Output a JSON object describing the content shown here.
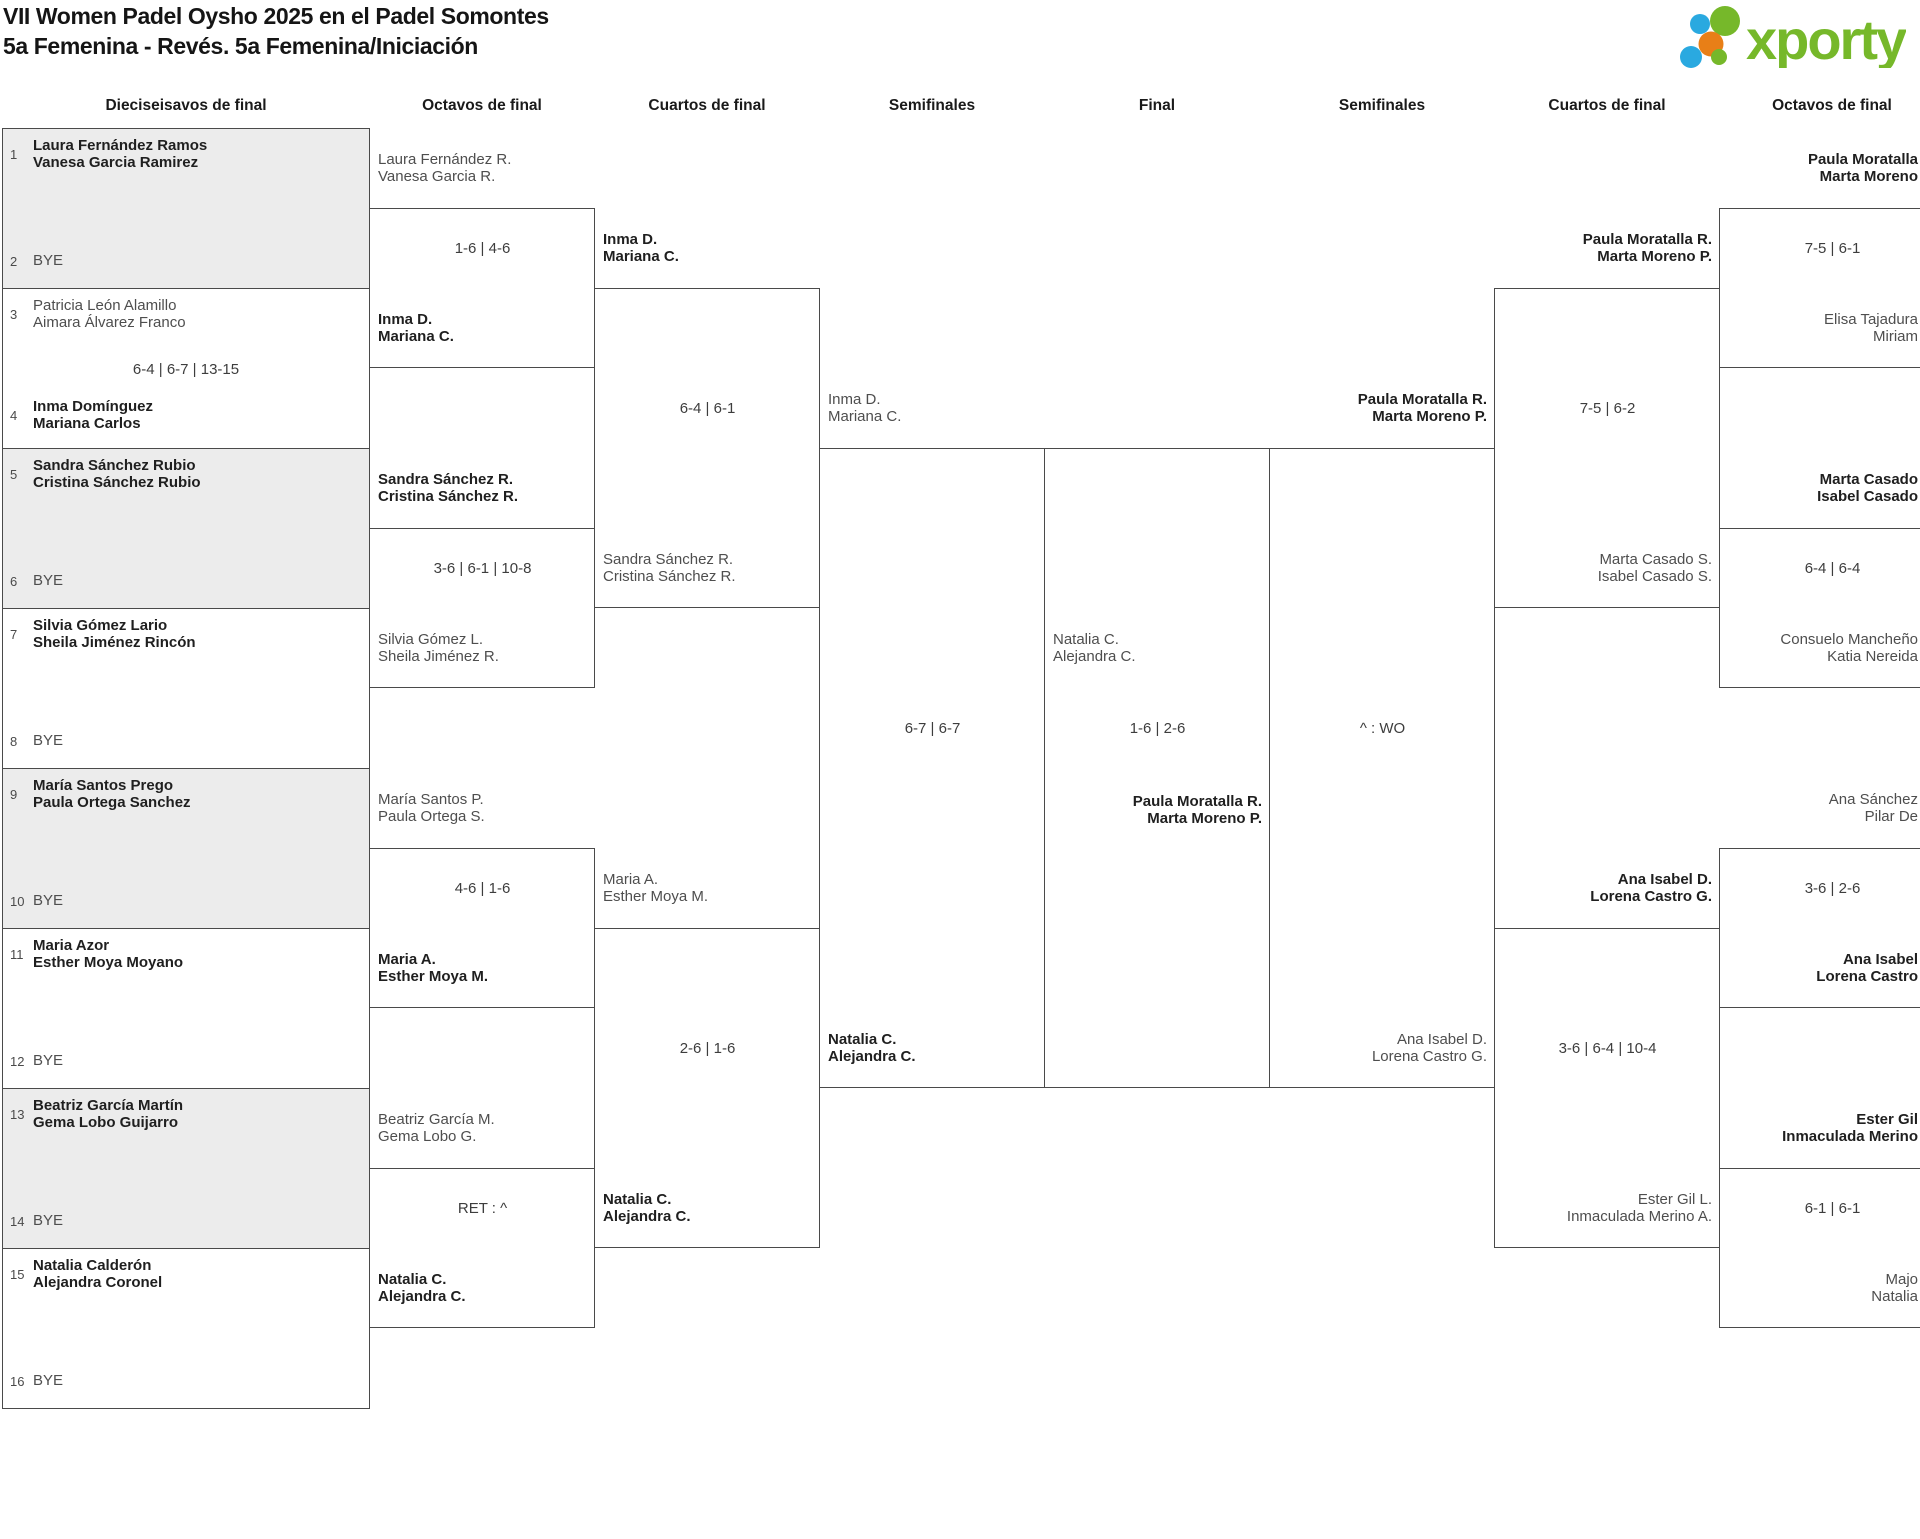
{
  "title": {
    "line1": "VII Women Padel Oysho 2025 en el Padel Somontes",
    "line2": "5a Femenina - Revés. 5a Femenina/Iniciación"
  },
  "logo": {
    "wordmark": "xporty",
    "green": "#76b82a",
    "blue": "#2aa9e0",
    "orange": "#e87f17"
  },
  "colors": {
    "shaded_row_bg": "#ececec",
    "box_border": "#4a4a4a",
    "winner_text": "#1f1f1f",
    "loser_text": "#4e4e4e"
  },
  "round_headers": [
    "Dieciseisavos de final",
    "Octavos de final",
    "Cuartos de final",
    "Semifinales",
    "Final",
    "Semifinales",
    "Cuartos de final",
    "Octavos de final"
  ],
  "first_round": {
    "boxes": [
      {
        "shaded": true,
        "score": "",
        "entries": [
          {
            "seed": "1",
            "lines": [
              "Laura Fernández Ramos",
              "Vanesa Garcia Ramirez"
            ],
            "winner": true
          },
          {
            "seed": "2",
            "lines": [
              "BYE"
            ],
            "winner": false
          }
        ]
      },
      {
        "shaded": false,
        "score": "6-4 | 6-7 | 13-15",
        "entries": [
          {
            "seed": "3",
            "lines": [
              "Patricia León Alamillo",
              "Aimara Álvarez Franco"
            ],
            "winner": false
          },
          {
            "seed": "4",
            "lines": [
              "Inma Domínguez",
              "Mariana Carlos"
            ],
            "winner": true
          }
        ]
      },
      {
        "shaded": true,
        "score": "",
        "entries": [
          {
            "seed": "5",
            "lines": [
              "Sandra Sánchez Rubio",
              "Cristina Sánchez Rubio"
            ],
            "winner": true
          },
          {
            "seed": "6",
            "lines": [
              "BYE"
            ],
            "winner": false
          }
        ]
      },
      {
        "shaded": false,
        "score": "",
        "entries": [
          {
            "seed": "7",
            "lines": [
              "Silvia Gómez Lario",
              "Sheila Jiménez Rincón"
            ],
            "winner": true
          },
          {
            "seed": "8",
            "lines": [
              "BYE"
            ],
            "winner": false
          }
        ]
      },
      {
        "shaded": true,
        "score": "",
        "entries": [
          {
            "seed": "9",
            "lines": [
              "María Santos Prego",
              "Paula Ortega Sanchez"
            ],
            "winner": true
          },
          {
            "seed": "10",
            "lines": [
              "BYE"
            ],
            "winner": false
          }
        ]
      },
      {
        "shaded": false,
        "score": "",
        "entries": [
          {
            "seed": "11",
            "lines": [
              "Maria Azor",
              "Esther Moya Moyano"
            ],
            "winner": true
          },
          {
            "seed": "12",
            "lines": [
              "BYE"
            ],
            "winner": false
          }
        ]
      },
      {
        "shaded": true,
        "score": "",
        "entries": [
          {
            "seed": "13",
            "lines": [
              "Beatriz García Martín",
              "Gema Lobo Guijarro"
            ],
            "winner": true
          },
          {
            "seed": "14",
            "lines": [
              "BYE"
            ],
            "winner": false
          }
        ]
      },
      {
        "shaded": false,
        "score": "",
        "entries": [
          {
            "seed": "15",
            "lines": [
              "Natalia Calderón",
              "Alejandra Coronel"
            ],
            "winner": true
          },
          {
            "seed": "16",
            "lines": [
              "BYE"
            ],
            "winner": false
          }
        ]
      }
    ]
  },
  "matches": [
    {
      "round": "r16L",
      "slot": 0,
      "score": "1-6 | 4-6",
      "team1": {
        "lines": [
          "Laura Fernández R.",
          "Vanesa Garcia R."
        ],
        "winner": false
      },
      "team2": {
        "lines": [
          "Inma D.",
          "Mariana C."
        ],
        "winner": true
      }
    },
    {
      "round": "r16L",
      "slot": 1,
      "score": "3-6 | 6-1 | 10-8",
      "team1": {
        "lines": [
          "Sandra Sánchez R.",
          "Cristina Sánchez R."
        ],
        "winner": true
      },
      "team2": {
        "lines": [
          "Silvia Gómez L.",
          "Sheila Jiménez R."
        ],
        "winner": false
      }
    },
    {
      "round": "r16L",
      "slot": 2,
      "score": "4-6 | 1-6",
      "team1": {
        "lines": [
          "María Santos P.",
          "Paula Ortega S."
        ],
        "winner": false
      },
      "team2": {
        "lines": [
          "Maria A.",
          "Esther Moya M."
        ],
        "winner": true
      }
    },
    {
      "round": "r16L",
      "slot": 3,
      "score": "RET : ^",
      "team1": {
        "lines": [
          "Beatriz García M.",
          "Gema Lobo G."
        ],
        "winner": false
      },
      "team2": {
        "lines": [
          "Natalia C.",
          "Alejandra C."
        ],
        "winner": true
      }
    },
    {
      "round": "qfL",
      "slot": 0,
      "score": "6-4 | 6-1",
      "team1": {
        "lines": [
          "Inma D.",
          "Mariana C."
        ],
        "winner": true
      },
      "team2": {
        "lines": [
          "Sandra Sánchez R.",
          "Cristina Sánchez R."
        ],
        "winner": false
      }
    },
    {
      "round": "qfL",
      "slot": 1,
      "score": "2-6 | 1-6",
      "team1": {
        "lines": [
          "Maria A.",
          "Esther Moya M."
        ],
        "winner": false
      },
      "team2": {
        "lines": [
          "Natalia C.",
          "Alejandra C."
        ],
        "winner": true
      }
    },
    {
      "round": "sfL",
      "slot": 0,
      "score": "6-7 | 6-7",
      "team1": {
        "lines": [
          "Inma D.",
          "Mariana C."
        ],
        "winner": false
      },
      "team2": {
        "lines": [
          "Natalia C.",
          "Alejandra C."
        ],
        "winner": true
      }
    },
    {
      "round": "final",
      "slot": 0,
      "score": "1-6 | 2-6",
      "team1": {
        "lines": [
          "Natalia C.",
          "Alejandra C."
        ],
        "winner": false
      },
      "team2": {
        "lines": [
          "Paula Moratalla R.",
          "Marta Moreno P."
        ],
        "winner": true
      }
    },
    {
      "round": "sfR",
      "slot": 0,
      "score": "^ : WO",
      "team1": {
        "lines": [
          "Paula Moratalla R.",
          "Marta Moreno P."
        ],
        "winner": true
      },
      "team2": {
        "lines": [
          "Ana Isabel D.",
          "Lorena Castro G."
        ],
        "winner": false
      }
    },
    {
      "round": "qfR",
      "slot": 0,
      "score": "7-5 | 6-2",
      "team1": {
        "lines": [
          "Paula Moratalla R.",
          "Marta Moreno P."
        ],
        "winner": true
      },
      "team2": {
        "lines": [
          "Marta Casado S.",
          "Isabel Casado S."
        ],
        "winner": false
      }
    },
    {
      "round": "qfR",
      "slot": 1,
      "score": "3-6 | 6-4 | 10-4",
      "team1": {
        "lines": [
          "Ana Isabel D.",
          "Lorena Castro G."
        ],
        "winner": true
      },
      "team2": {
        "lines": [
          "Ester Gil L.",
          "Inmaculada Merino A."
        ],
        "winner": false
      }
    },
    {
      "round": "r16R",
      "slot": 0,
      "score": "7-5 | 6-1",
      "team1": {
        "lines": [
          "Paula Moratalla",
          "Marta Moreno"
        ],
        "winner": true
      },
      "team2": {
        "lines": [
          "Elisa Tajadura",
          "Miriam"
        ],
        "winner": false
      }
    },
    {
      "round": "r16R",
      "slot": 1,
      "score": "6-4 | 6-4",
      "team1": {
        "lines": [
          "Marta Casado",
          "Isabel Casado"
        ],
        "winner": true
      },
      "team2": {
        "lines": [
          "Consuelo Mancheño",
          "Katia Nereida"
        ],
        "winner": false
      }
    },
    {
      "round": "r16R",
      "slot": 2,
      "score": "3-6 | 2-6",
      "team1": {
        "lines": [
          "Ana Sánchez",
          "Pilar De"
        ],
        "winner": false
      },
      "team2": {
        "lines": [
          "Ana Isabel",
          "Lorena Castro"
        ],
        "winner": true
      }
    },
    {
      "round": "r16R",
      "slot": 3,
      "score": "6-1 | 6-1",
      "team1": {
        "lines": [
          "Ester Gil",
          "Inmaculada Merino"
        ],
        "winner": true
      },
      "team2": {
        "lines": [
          "Majo",
          "Natalia"
        ],
        "winner": false
      }
    }
  ]
}
